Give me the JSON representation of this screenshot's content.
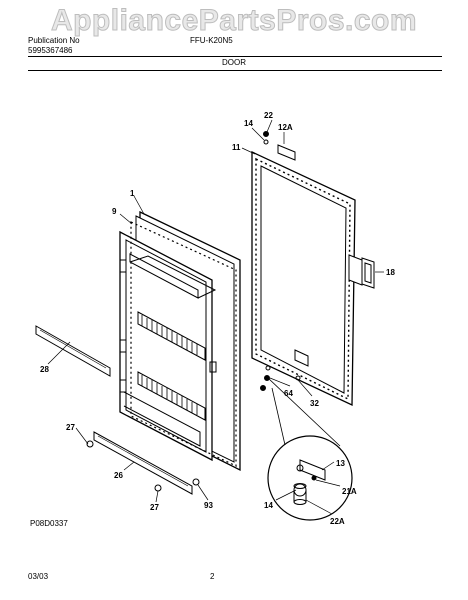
{
  "header": {
    "watermark": "AppliancePartsPros.com",
    "publication_label": "Publication No",
    "publication_no": "5995367486",
    "model_partial": "FFU-K20N5",
    "section_title": "DOOR"
  },
  "diagram": {
    "code": "P08D0337",
    "labels": [
      "22",
      "14",
      "12A",
      "11",
      "1",
      "9",
      "18",
      "28",
      "64",
      "32",
      "27",
      "26",
      "27",
      "93",
      "13",
      "14",
      "21A",
      "22A"
    ]
  },
  "footer": {
    "date": "03/03",
    "page": "2"
  }
}
